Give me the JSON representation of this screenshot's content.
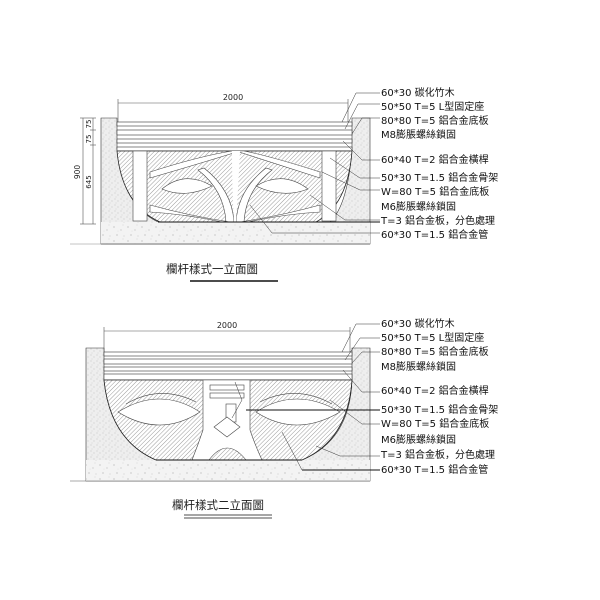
{
  "drawing1": {
    "title": "欄杆樣式一立面圖",
    "dimensions": {
      "width": "2000",
      "total_height": "900",
      "segment_top": "75",
      "segment_mid": "75",
      "segment_bottom": "645"
    },
    "callouts": [
      "60*30 碳化竹木",
      "50*50  T=5 L型固定座",
      "80*80 T=5 鋁合金底板",
      "M8膨脹螺絲鎖固",
      "60*40  T=2 鋁合金橫桿",
      "50*30 T=1.5 鋁合金骨架",
      "W=80 T=5 鋁合金底板",
      "M6膨脹螺絲鎖固",
      "T=3 鋁合金板，分色處理",
      "60*30 T=1.5 鋁合金管"
    ]
  },
  "drawing2": {
    "title": "欄杆樣式二立面圖",
    "dimensions": {
      "width": "2000"
    },
    "callouts": [
      "60*30 碳化竹木",
      "50*50  T=5 L型固定座",
      "80*80 T=5 鋁合金底板",
      "M8膨脹螺絲鎖固",
      "60*40  T=2 鋁合金橫桿",
      "50*30 T=1.5 鋁合金骨架",
      "W=80 T=5 鋁合金底板",
      "M6膨脹螺絲鎖固",
      "T=3 鋁合金板，分色處理",
      "60*30 T=1.5 鋁合金管"
    ]
  },
  "colors": {
    "line": "#222222",
    "hatch": "#bdbdbd",
    "concrete": "#e9e9e9"
  }
}
